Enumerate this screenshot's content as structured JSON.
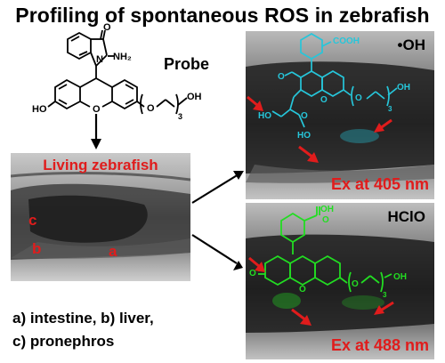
{
  "title": "Profiling of spontaneous ROS in zebrafish",
  "probe_label": "Probe",
  "main_panel": {
    "title": "Living zebrafish",
    "organ_c": "c",
    "organ_b": "b",
    "organ_a": "a"
  },
  "legend": {
    "line1": "a) intestine, b) liver,",
    "line2": "c) pronephros"
  },
  "oh_panel": {
    "species": "•OH",
    "excitation": "Ex at 405 nm"
  },
  "hclo_panel": {
    "species": "HClO",
    "excitation": "Ex at 488 nm"
  },
  "structure_labels": {
    "probe_n": "N",
    "probe_nh2": "NH₂",
    "probe_o_carbonyl": "O",
    "probe_ho": "HO",
    "probe_o_ring": "O",
    "probe_o_chain": "O",
    "probe_oh": "OH",
    "subscript_3": "3",
    "oh_cooh": "COOH",
    "oh_o_aldehyde": "O",
    "oh_ho": "HO",
    "oh_o_keto": "O",
    "oh_ho2": "HO",
    "oh_o_ring": "O",
    "oh_o_chain": "O",
    "oh_oh": "OH",
    "hclo_oh_acid": "OH",
    "hclo_o_acid": "O",
    "hclo_o_left": "O",
    "hclo_o_ring": "O",
    "hclo_o_chain": "O",
    "hclo_oh": "OH"
  },
  "colors": {
    "label_red": "#e01c1c",
    "oh_structure": "#26c6da",
    "hclo_structure": "#22dd22",
    "arrow_red": "#e01c1c"
  }
}
